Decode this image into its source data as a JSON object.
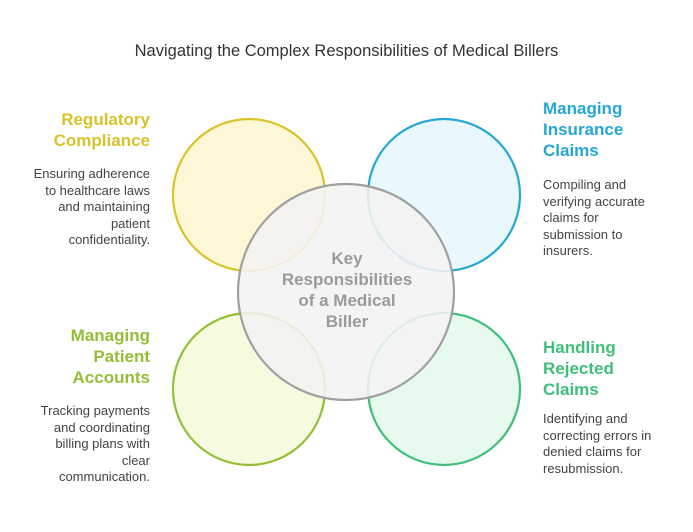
{
  "title": "Navigating the Complex Responsibilities of Medical Billers",
  "center": {
    "lines": [
      "Key",
      "Responsibilities",
      "of a Medical",
      "Biller"
    ]
  },
  "items": [
    {
      "heading": [
        "Regulatory",
        "Compliance"
      ],
      "description": [
        "Ensuring adherence",
        "to healthcare laws",
        "and maintaining",
        "patient",
        "confidentiality."
      ],
      "color": "#d8c32a",
      "fill": "#fdf6d2"
    },
    {
      "heading": [
        "Managing",
        "Insurance",
        "Claims"
      ],
      "description": [
        "Compiling and",
        "verifying accurate",
        "claims for",
        "submission to",
        "insurers."
      ],
      "color": "#24a7d3",
      "fill": "#e6f7fd"
    },
    {
      "heading": [
        "Managing",
        "Patient",
        "Accounts"
      ],
      "description": [
        "Tracking payments",
        "and coordinating",
        "billing plans with",
        "clear",
        "communication."
      ],
      "color": "#93bf36",
      "fill": "#f5fbdc"
    },
    {
      "heading": [
        "Handling",
        "Rejected",
        "Claims"
      ],
      "description": [
        "Identifying and",
        "correcting errors in",
        "denied claims for",
        "resubmission."
      ],
      "color": "#3fbf7a",
      "fill": "#e3f9ec"
    }
  ],
  "center_colors": {
    "stroke": "#a0a0a0",
    "fill": "#f3f3f3"
  }
}
